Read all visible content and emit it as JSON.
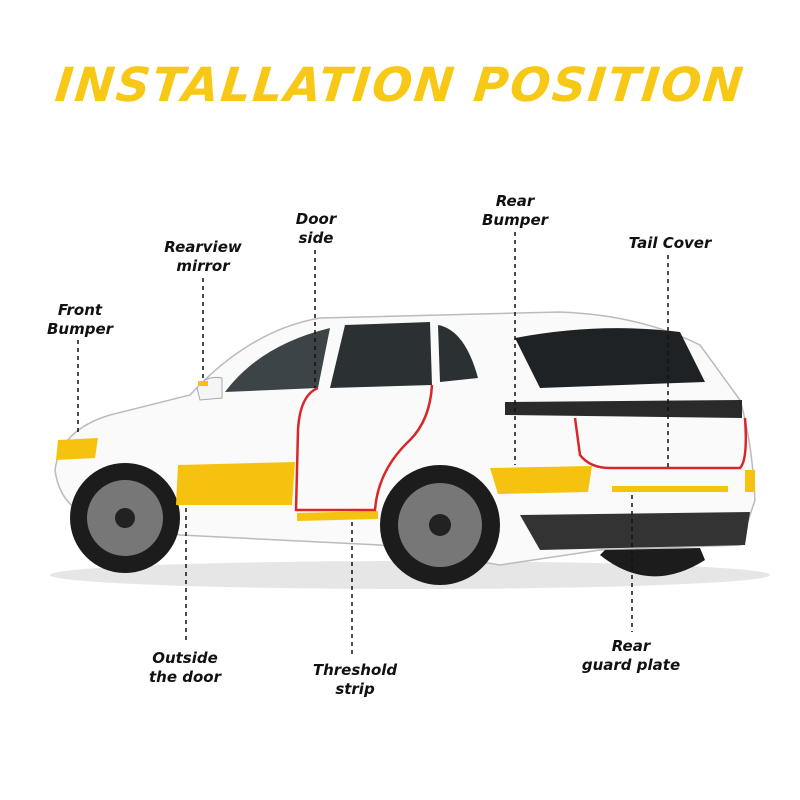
{
  "title": "INSTALLATION POSITION",
  "labels": {
    "front_bumper": [
      "Front",
      "Bumper"
    ],
    "rearview_mirror": [
      "Rearview",
      "mirror"
    ],
    "door_side": [
      "Door",
      "side"
    ],
    "rear_bumper": [
      "Rear",
      "Bumper"
    ],
    "tail_cover": [
      "Tail Cover"
    ],
    "outside_door": [
      "Outside",
      "the door"
    ],
    "threshold_strip": [
      "Threshold",
      "strip"
    ],
    "rear_guard_plate": [
      "Rear",
      "guard plate"
    ]
  },
  "colors": {
    "accent": "#f7c815",
    "strip": "#f5c30f",
    "outline": "#d8262b"
  }
}
